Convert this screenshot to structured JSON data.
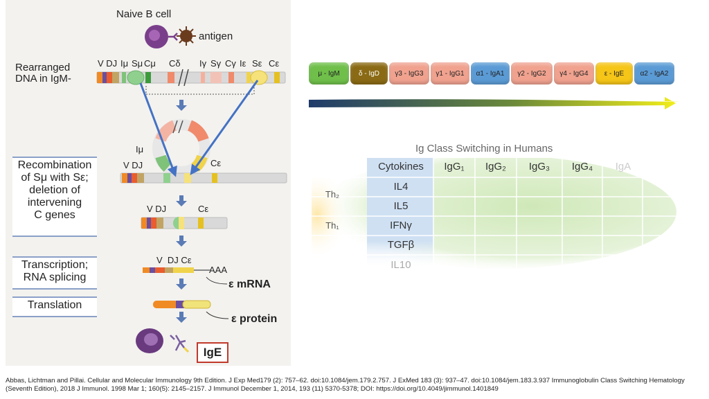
{
  "left_panel": {
    "naive_b_cell": "Naive B cell",
    "antigen": "antigen",
    "rearranged_dna": "Rearranged\nDNA in IgM-",
    "dna_labels": {
      "vdj": "V DJ",
      "i_mu": "Iμ",
      "s_mu": "Sμ",
      "c_mu": "Cμ",
      "c_delta": "Cδ",
      "i_gamma": "Iγ",
      "s_gamma": "Sγ",
      "c_gamma": "Cγ",
      "i_eps": "Iε",
      "s_eps": "Sε",
      "c_eps": "Cε"
    },
    "loop_labels": {
      "i_mu": "Iμ",
      "vdj": "V DJ",
      "c_eps": "Cε"
    },
    "step_recombination": "Recombination\nof Sμ with Sε;\ndeletion of\nintervening\nC genes",
    "after_recomb": {
      "vdj": "V DJ",
      "c_eps": "Cε"
    },
    "step_transcription": "Transcription;\nRNA splicing",
    "mrna_labels": {
      "vdj": "V  DJ Cε",
      "aaa": "AAA",
      "mrna": "ε mRNA"
    },
    "step_translation": "Translation",
    "protein": "ε protein",
    "ige": "IgE"
  },
  "gene_order": [
    {
      "label": "μ - IgM",
      "color": "#6fbf4a"
    },
    {
      "label": "δ - IgD",
      "color": "#8a6a14"
    },
    {
      "label": "γ3 - IgG3",
      "color": "#f0a28f"
    },
    {
      "label": "γ1 - IgG1",
      "color": "#f0a28f"
    },
    {
      "label": "α1 - IgA1",
      "color": "#5b9bd5"
    },
    {
      "label": "γ2 - IgG2",
      "color": "#f0a28f"
    },
    {
      "label": "γ4 - IgG4",
      "color": "#f0a28f"
    },
    {
      "label": "ε - IgE",
      "color": "#f5c518"
    },
    {
      "label": "α2 - IgA2",
      "color": "#5b9bd5"
    }
  ],
  "table": {
    "title": "Ig Class Switching in Humans",
    "header": [
      "Cytokines",
      "IgG₁",
      "IgG₂",
      "IgG₃",
      "IgG₄",
      "IgA"
    ],
    "row_groups": [
      "Th₂",
      "Th₁"
    ],
    "cytokines": [
      "IL4",
      "IL5",
      "IFNγ",
      "TGFβ",
      "IL10"
    ]
  },
  "citation": "Abbas, Lichtman and Pillai. Cellular and Molecular Immunology 9th Edition. J Exp Med179 (2): 757–62. doi:10.1084/jem.179.2.757.  J ExMed 183 (3): 937–47. doi:10.1084/jem.183.3.937 Immunoglobulin Class Switching Hematology (Seventh Edition), 2018  J Immunol. 1998 Mar 1; 160(5): 2145–2157. J Immunol December 1, 2014, 193 (11) 5370-5378; DOI: https://doi.org/10.4049/jimmunol.1401849"
}
